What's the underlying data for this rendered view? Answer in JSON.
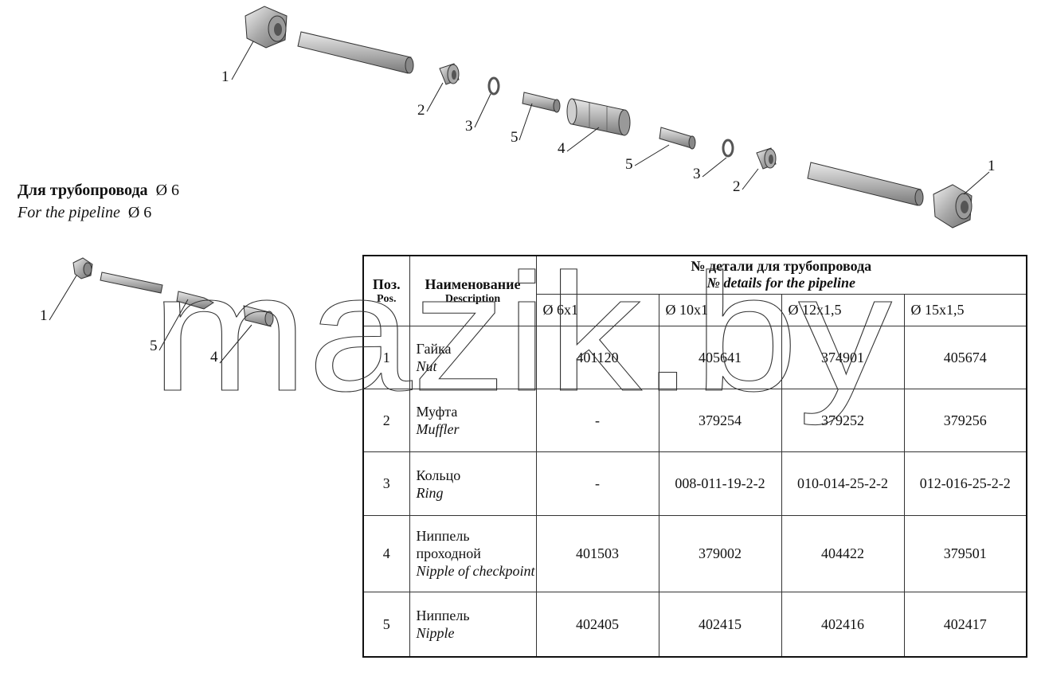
{
  "callouts": {
    "top": [
      "1",
      "2",
      "3",
      "5",
      "4",
      "5",
      "3",
      "2",
      "1"
    ],
    "small": [
      "1",
      "5",
      "4"
    ]
  },
  "caption": {
    "ru_label": "Для трубопровода",
    "en_label": "For the pipeline",
    "diameter": "Ø 6"
  },
  "table": {
    "headers": {
      "pos_ru": "Поз.",
      "pos_en": "Pos.",
      "desc_ru": "Наименование",
      "desc_en": "Description",
      "group_ru": "№  детали для трубопровода",
      "group_en": "№ details for the pipeline",
      "sizes": [
        "Ø 6x1",
        "Ø 10x1",
        "Ø 12x1,5",
        "Ø 15x1,5"
      ]
    },
    "rows": [
      {
        "pos": "1",
        "ru": "Гайка",
        "en": "Nut",
        "parts": [
          "401120",
          "405641",
          "374901",
          "405674"
        ]
      },
      {
        "pos": "2",
        "ru": "Муфта",
        "en": "Muffler",
        "parts": [
          "-",
          "379254",
          "379252",
          "379256"
        ]
      },
      {
        "pos": "3",
        "ru": "Кольцо",
        "en": "Ring",
        "parts": [
          "-",
          "008-011-19-2-2",
          "010-014-25-2-2",
          "012-016-25-2-2"
        ]
      },
      {
        "pos": "4",
        "ru": "Ниппель проходной",
        "en": "Nipple of checkpoint",
        "parts": [
          "401503",
          "379002",
          "404422",
          "379501"
        ]
      },
      {
        "pos": "5",
        "ru": "Ниппель",
        "en": "Nipple",
        "parts": [
          "402405",
          "402415",
          "402416",
          "402417"
        ]
      }
    ]
  },
  "watermark": "mazik.by"
}
